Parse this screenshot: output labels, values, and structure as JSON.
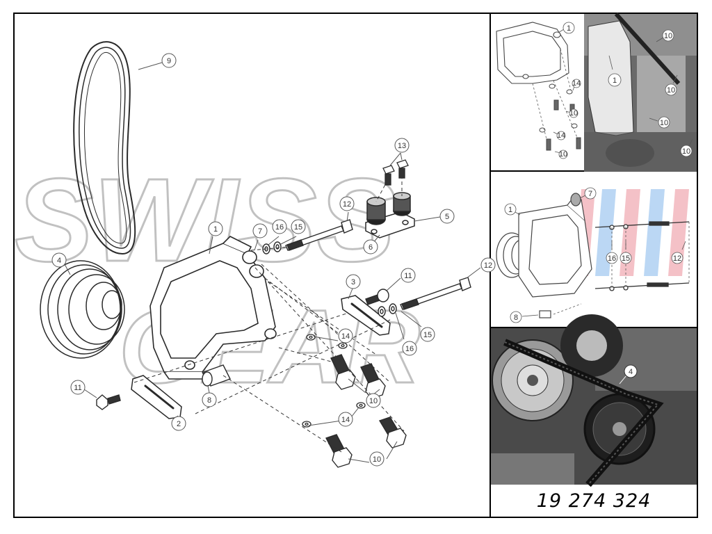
{
  "watermark": {
    "line1": "SWISS",
    "line2": "GEAR"
  },
  "part_number": "19 274 324",
  "main_callouts": [
    {
      "n": "9"
    },
    {
      "n": "4"
    },
    {
      "n": "1"
    },
    {
      "n": "7"
    },
    {
      "n": "16"
    },
    {
      "n": "15"
    },
    {
      "n": "12"
    },
    {
      "n": "13"
    },
    {
      "n": "5"
    },
    {
      "n": "6"
    },
    {
      "n": "3"
    },
    {
      "n": "11"
    },
    {
      "n": "12"
    },
    {
      "n": "14"
    },
    {
      "n": "16"
    },
    {
      "n": "15"
    },
    {
      "n": "10"
    },
    {
      "n": "14"
    },
    {
      "n": "10"
    },
    {
      "n": "11"
    },
    {
      "n": "8"
    },
    {
      "n": "2"
    }
  ],
  "panel1_callouts": [
    {
      "n": "1"
    },
    {
      "n": "14"
    },
    {
      "n": "10"
    },
    {
      "n": "14"
    },
    {
      "n": "10"
    },
    {
      "n": "10"
    },
    {
      "n": "1"
    },
    {
      "n": "10"
    },
    {
      "n": "10"
    },
    {
      "n": "10"
    }
  ],
  "panel2_callouts": [
    {
      "n": "7"
    },
    {
      "n": "1"
    },
    {
      "n": "16"
    },
    {
      "n": "15"
    },
    {
      "n": "12"
    },
    {
      "n": "8"
    }
  ],
  "panel3_callouts": [
    {
      "n": "4"
    }
  ],
  "colors": {
    "line": "#2a2a2a",
    "photo_dark": "#3a3a3a",
    "photo_mid": "#8a8a8a",
    "accent_red": "#e05060",
    "accent_blue": "#4090e0"
  }
}
